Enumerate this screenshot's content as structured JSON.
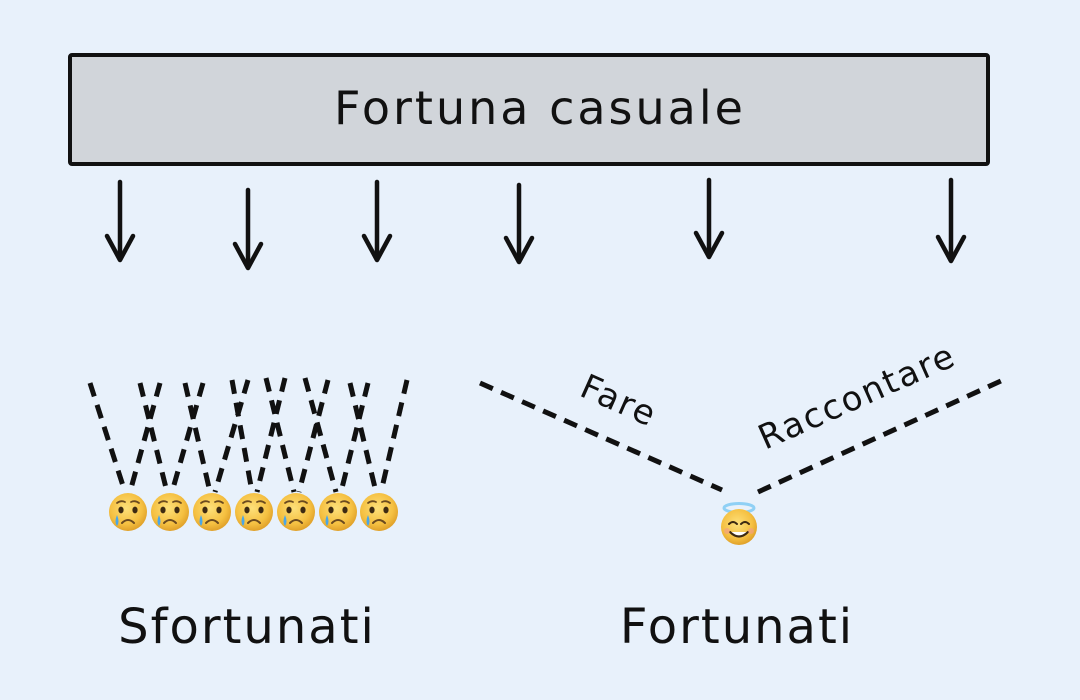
{
  "diagram": {
    "title": "Fortuna casuale",
    "left_group_label": "Sfortunati",
    "right_group_label": "Fortunati",
    "path_labels": {
      "left": "Fare",
      "right": "Raccontare"
    },
    "unlucky_count": 7,
    "lucky_count": 1,
    "arrow_count": 6,
    "icons": {
      "unlucky": "crying-face-icon",
      "lucky": "smiling-face-with-halo-icon"
    },
    "colors": {
      "background": "#e8f1fb",
      "box_fill": "#d1d5da",
      "ink": "#111111",
      "face": "#f7c94a"
    }
  }
}
